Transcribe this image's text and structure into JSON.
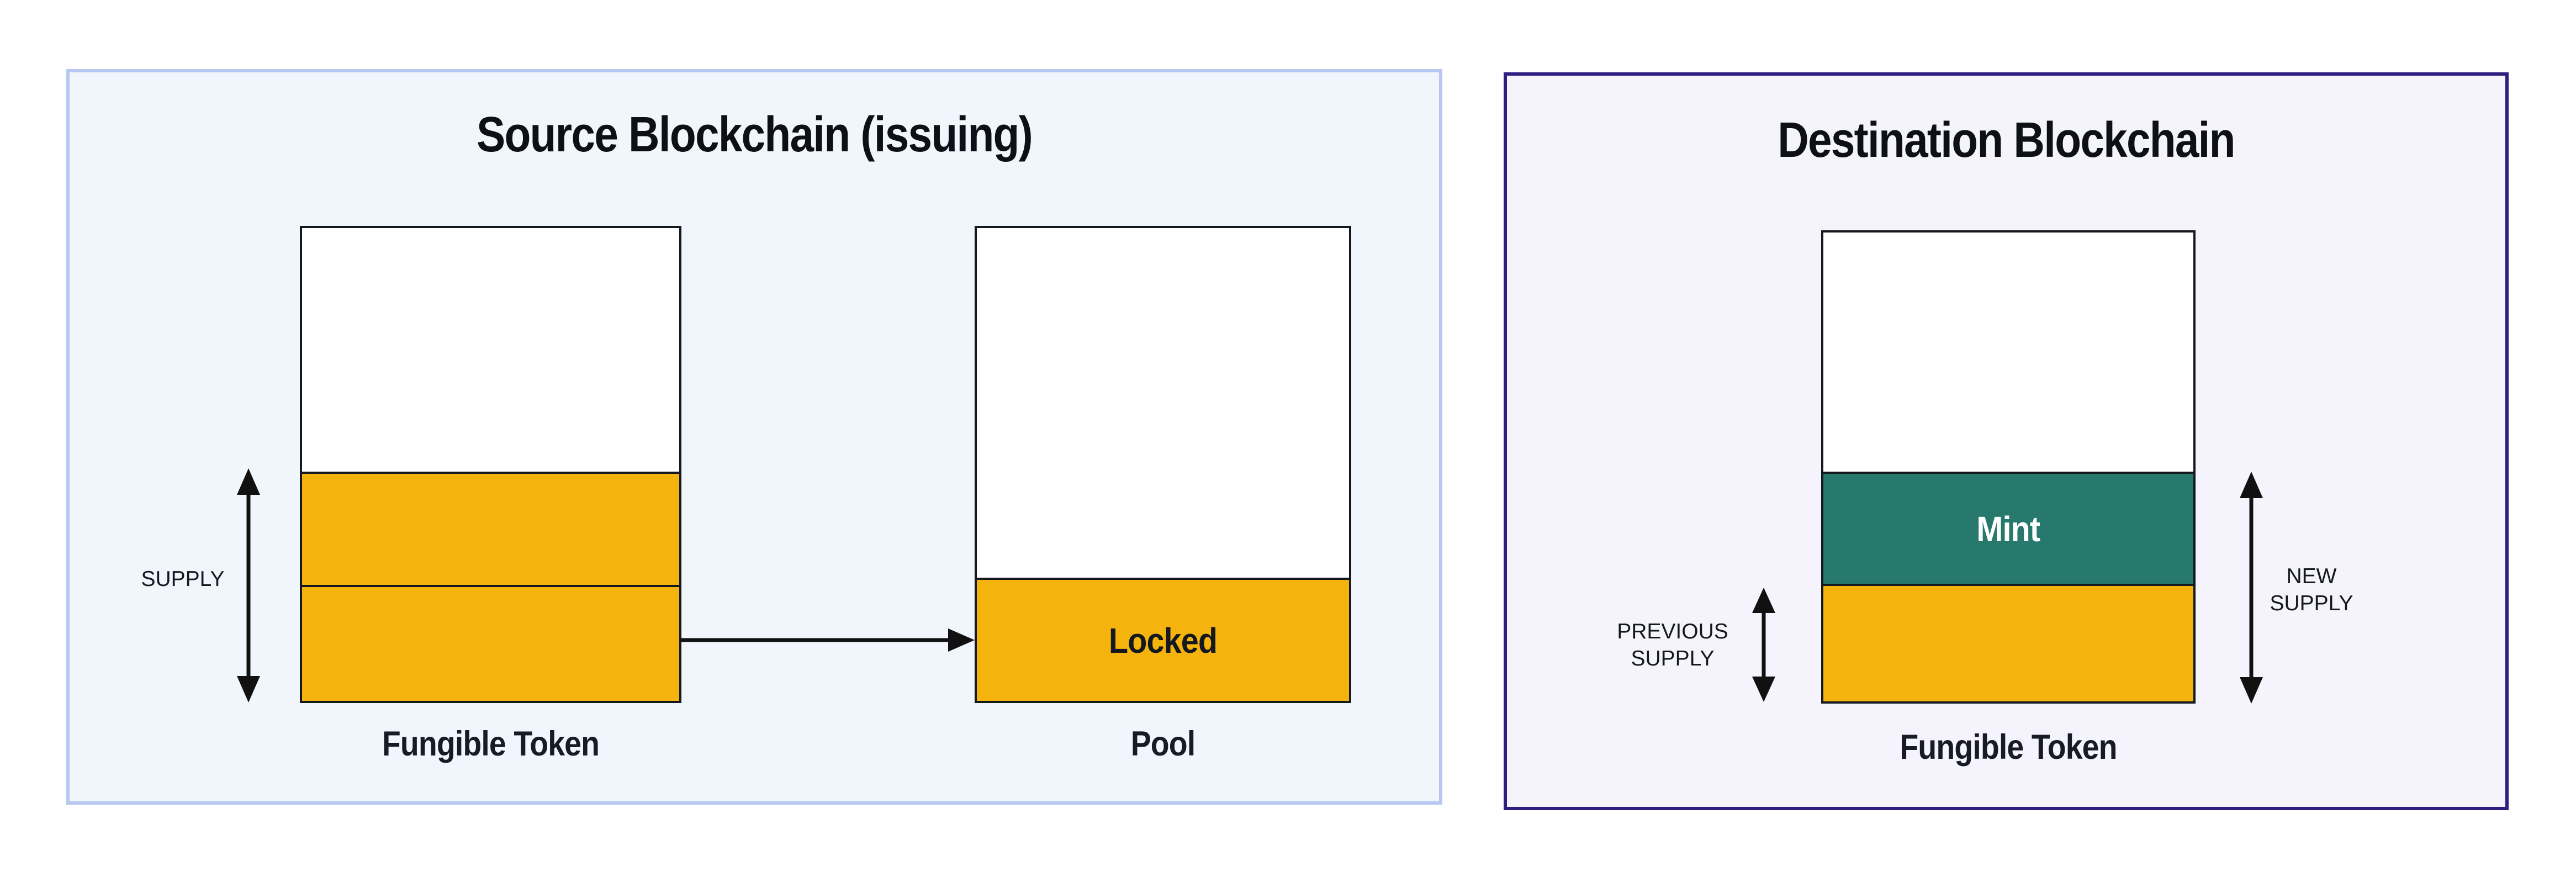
{
  "colors": {
    "yellow": "#F5B40D",
    "teal": "#27796D",
    "box_border": "#14181F",
    "arrow": "#111111",
    "text_dark": "#161B26"
  },
  "source_panel": {
    "title": "Source Blockchain (issuing)",
    "bg": "#F1F5FC",
    "border_color": "#B6C8F0",
    "supply_label": "SUPPLY",
    "token_caption": "Fungible Token",
    "pool_caption": "Pool",
    "locked_label": "Locked"
  },
  "destination_panel": {
    "title": "Destination Blockchain",
    "bg": "#F5F3FB",
    "border_color": "#2F1D82",
    "mint_label": "Mint",
    "token_caption": "Fungible Token",
    "previous_supply_line1": "PREVIOUS",
    "previous_supply_line2": "SUPPLY",
    "new_supply_line1": "NEW",
    "new_supply_line2": "SUPPLY"
  }
}
